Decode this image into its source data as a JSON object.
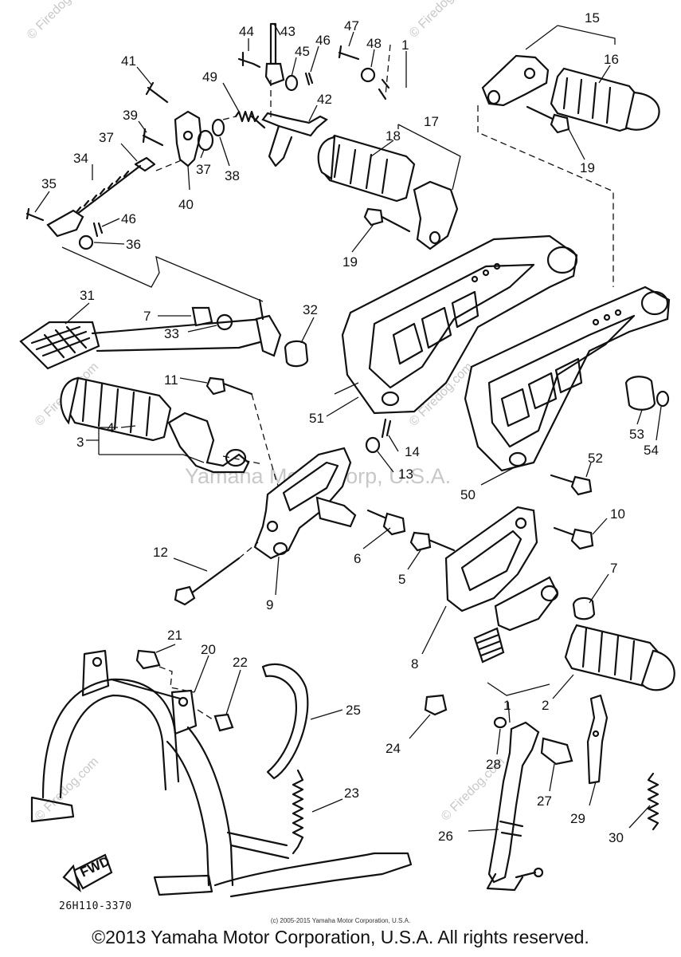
{
  "diagram": {
    "code": "26H110-3370",
    "fwd_label": "FWD",
    "watermark": "Yamaha Motor Corp, U.S.A.",
    "site_watermark": "© Firedog.com",
    "small_credit": "(c) 2005-2015 Yamaha Motor Corporation, U.S.A.",
    "copyright": "©2013 Yamaha Motor Corporation, U.S.A. All rights reserved.",
    "callouts": [
      "1",
      "2",
      "3",
      "4",
      "5",
      "6",
      "7",
      "8",
      "9",
      "10",
      "11",
      "12",
      "13",
      "14",
      "15",
      "16",
      "17",
      "18",
      "19",
      "20",
      "21",
      "22",
      "23",
      "24",
      "25",
      "26",
      "27",
      "28",
      "29",
      "30",
      "31",
      "32",
      "33",
      "34",
      "35",
      "36",
      "37",
      "38",
      "39",
      "40",
      "41",
      "42",
      "43",
      "44",
      "45",
      "46",
      "47",
      "48",
      "49",
      "50",
      "51",
      "52",
      "53",
      "54"
    ],
    "callout_labels": {
      "c44": "44",
      "c43": "43",
      "c46a": "46",
      "c47": "47",
      "c48": "48",
      "c1a": "1",
      "c41": "41",
      "c49": "49",
      "c45": "45",
      "c42": "42",
      "c39": "39",
      "c37a": "37",
      "c34": "34",
      "c40": "40",
      "c37b": "37",
      "c38": "38",
      "c35": "35",
      "c46b": "46",
      "c36": "36",
      "c15": "15",
      "c16": "16",
      "c19a": "19",
      "c17": "17",
      "c18": "18",
      "c19b": "19",
      "c31": "31",
      "c7a": "7",
      "c33": "33",
      "c32": "32",
      "c11": "11",
      "c51": "51",
      "c4": "4",
      "c3": "3",
      "c14": "14",
      "c13": "13",
      "c53": "53",
      "c54": "54",
      "c52": "52",
      "c50": "50",
      "c10": "10",
      "c12": "12",
      "c6": "6",
      "c5": "5",
      "c9": "9",
      "c7b": "7",
      "c8": "8",
      "c2": "2",
      "c21": "21",
      "c20": "20",
      "c22": "22",
      "c25": "25",
      "c24": "24",
      "c28": "28",
      "c1b": "1",
      "c27": "27",
      "c29": "29",
      "c23": "23",
      "c26": "26",
      "c30": "30"
    }
  }
}
